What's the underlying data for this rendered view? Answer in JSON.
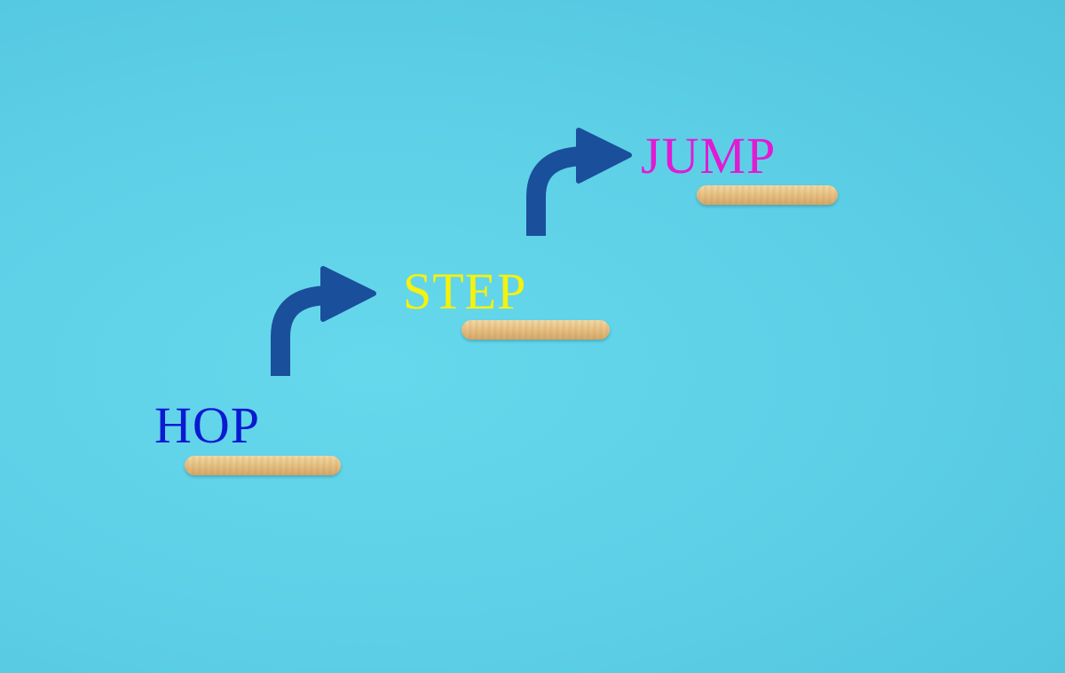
{
  "words": {
    "hop": {
      "text": "HOP",
      "color": "#0a1ad1"
    },
    "step": {
      "text": "STEP",
      "color": "#f4f20e"
    },
    "jump": {
      "text": "JUMP",
      "color": "#e21ad3"
    }
  },
  "colors": {
    "background": "#5ccfe6",
    "arrow": "#1a4f9c",
    "peg": "#e9c588"
  },
  "icons": [
    "curved-arrow-icon",
    "curved-arrow-icon"
  ]
}
